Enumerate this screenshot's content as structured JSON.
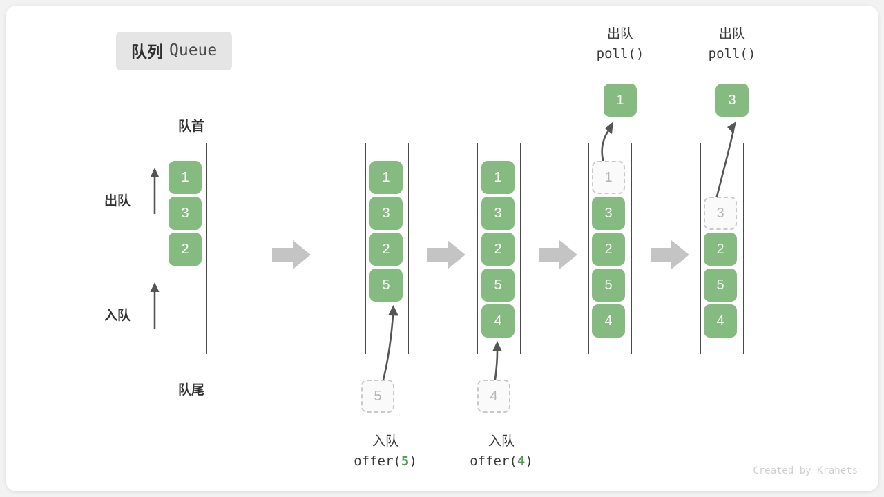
{
  "title": {
    "cn": "队列",
    "en": "Queue"
  },
  "labels": {
    "head": "队首",
    "tail": "队尾",
    "dequeue": "出队",
    "enqueue": "入队"
  },
  "watermark": "Created by Krahets",
  "colors": {
    "element_green": "#85bb80",
    "ghost_border": "#c9c9c9",
    "ghost_fill": "#fafafa",
    "ghost_text": "#b4b4b4",
    "rail": "#4a4a4a",
    "flow_arrow": "#c4c4c4",
    "curve_arrow": "#555555",
    "badge_bg": "#e5e5e5",
    "text": "#333333",
    "code_accent": "#4e9a4e"
  },
  "stages": [
    {
      "name": "initial",
      "elements": [
        "1",
        "3",
        "2"
      ],
      "ghost_index": -1,
      "operation": null
    },
    {
      "name": "after-offer-5",
      "elements": [
        "1",
        "3",
        "2",
        "5"
      ],
      "ghost_index": -1,
      "operation": {
        "line1": "入队",
        "line2_prefix": "offer(",
        "line2_value": "5",
        "line2_suffix": ")",
        "incoming": "5"
      }
    },
    {
      "name": "after-offer-4",
      "elements": [
        "1",
        "3",
        "2",
        "5",
        "4"
      ],
      "ghost_index": -1,
      "operation": {
        "line1": "入队",
        "line2_prefix": "offer(",
        "line2_value": "4",
        "line2_suffix": ")",
        "incoming": "4"
      }
    },
    {
      "name": "after-poll-1",
      "elements": [
        "1",
        "3",
        "2",
        "5",
        "4"
      ],
      "ghost_index": 0,
      "operation": {
        "line1": "出队",
        "line2_prefix": "poll(",
        "line2_value": "",
        "line2_suffix": ")",
        "outgoing": "1"
      }
    },
    {
      "name": "after-poll-3",
      "elements": [
        "3",
        "2",
        "5",
        "4"
      ],
      "ghost_index": 0,
      "operation": {
        "line1": "出队",
        "line2_prefix": "poll(",
        "line2_value": "",
        "line2_suffix": ")",
        "outgoing": "3"
      }
    }
  ],
  "flow_arrows_count": 4
}
